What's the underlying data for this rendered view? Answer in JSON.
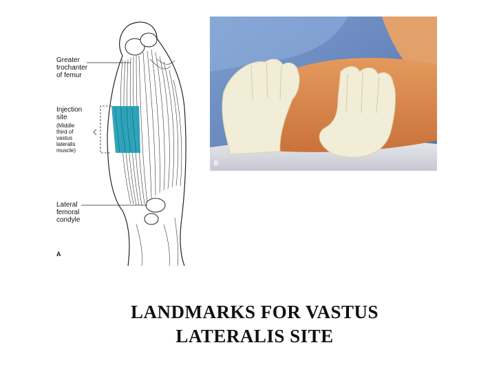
{
  "figure_a": {
    "panel_marker": "A",
    "labels": {
      "greater_trochanter": [
        "Greater",
        "trochanter",
        "of femur"
      ],
      "injection_site": [
        "Injection",
        "site"
      ],
      "injection_detail": [
        "(Middle",
        "third of",
        "vastus",
        "lateralis",
        "muscle)"
      ],
      "lateral_condyle": [
        "Lateral",
        "femoral",
        "condyle"
      ]
    },
    "highlight_color": "#1a9bb4"
  },
  "figure_b": {
    "panel_marker": "B"
  },
  "title": {
    "line1": "LANDMARKS FOR VASTUS",
    "line2": "LATERALIS SITE"
  }
}
